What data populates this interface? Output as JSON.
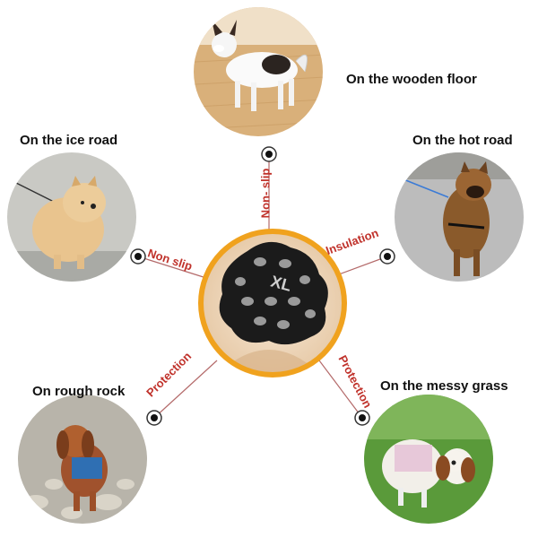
{
  "captions": {
    "wooden_floor": "On the wooden floor",
    "ice_road": "On the ice road",
    "hot_road": "On the hot road",
    "rough_rock": "On rough rock",
    "messy_grass": "On the messy grass"
  },
  "spokes": {
    "top": "Non- slip",
    "left": "Non slip",
    "right": "Insulation",
    "bottom_left": "Protection",
    "bottom_right": "Protection"
  },
  "center": {
    "size_mark": "XL"
  },
  "colors": {
    "ring": "#f0a21e",
    "spoke": "#b46a6a",
    "label": "#c0322b"
  }
}
